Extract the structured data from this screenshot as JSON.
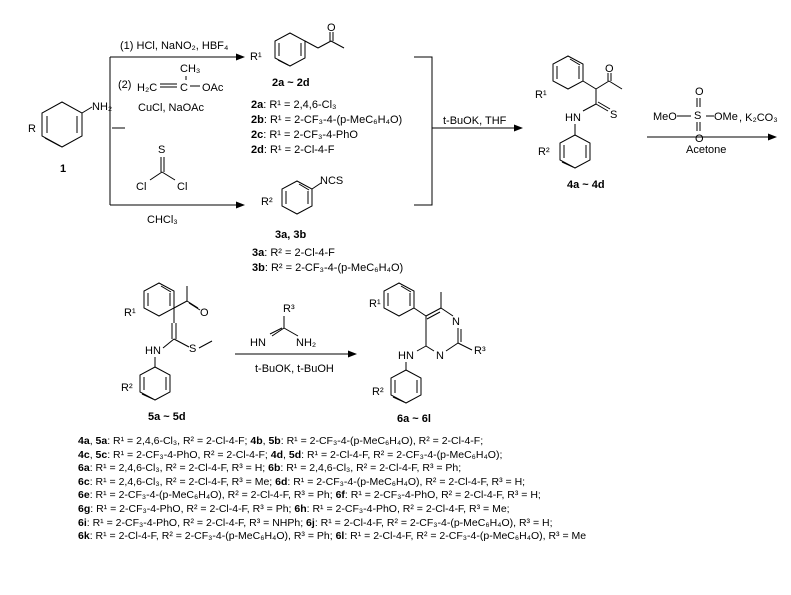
{
  "top_route": {
    "step1": "(1) HCl, NaNO₂, HBF₄",
    "step2_label": "(2)",
    "step2_reagent_ch3": "CH₃",
    "step2_reagent_h2c": "H₂C",
    "step2_reagent_c": "C",
    "step2_reagent_oac": "OAc",
    "step2_cond": "CuCl, NaOAc"
  },
  "compound1": {
    "r_label": "R",
    "nh2": "NH₂",
    "id": "1"
  },
  "compounds2": {
    "r_label": "R¹",
    "o_label": "O",
    "id": "2a ~ 2d",
    "subs": [
      {
        "id": "2a",
        "text": ": R¹ = 2,4,6-Cl₃"
      },
      {
        "id": "2b",
        "text": ": R¹ = 2-CF₃-4-(p-MeC₆H₄O)"
      },
      {
        "id": "2c",
        "text": ": R¹ = 2-CF₃-4-PhO"
      },
      {
        "id": "2d",
        "text": ": R¹ =  2-Cl-4-F"
      }
    ]
  },
  "bottom_route": {
    "reagent_s": "S",
    "reagent_cl1": "Cl",
    "reagent_cl2": "Cl",
    "cond": "CHCl₃"
  },
  "compounds3": {
    "r_label": "R²",
    "ncs": "NCS",
    "id": "3a, 3b",
    "subs": [
      {
        "id": "3a",
        "text": ": R² = 2-Cl-4-F"
      },
      {
        "id": "3b",
        "text": ": R² = 2-CF₃-4-(p-MeC₆H₄O)"
      }
    ]
  },
  "step3": {
    "cond": "t-BuOK, THF"
  },
  "compounds4": {
    "r1": "R¹",
    "r2": "R²",
    "o": "O",
    "hn": "HN",
    "s": "S",
    "id": "4a ~ 4d"
  },
  "step4": {
    "meo": "MeO",
    "ome": "OMe",
    "s": "S",
    "o1": "O",
    "o2": "O",
    "k2co3": ", K₂CO₃",
    "solvent": "Acetone"
  },
  "compounds5": {
    "r1": "R¹",
    "r2": "R²",
    "o": "O",
    "hn": "HN",
    "s": "S",
    "id": "5a ~ 5d"
  },
  "step5": {
    "r3": "R³",
    "hn": "HN",
    "nh2": "NH₂",
    "cond": "t-BuOK, t-BuOH"
  },
  "compounds6": {
    "r1": "R¹",
    "r2": "R²",
    "r3": "R³",
    "n1": "N",
    "n2": "N",
    "hn": "HN",
    "id": "6a ~ 6l"
  },
  "notes": [
    [
      {
        "b": "4a"
      },
      {
        "t": ", "
      },
      {
        "b": "5a"
      },
      {
        "t": ": R¹ = 2,4,6-Cl₃, R² = 2-Cl-4-F; "
      },
      {
        "b": "4b"
      },
      {
        "t": ", "
      },
      {
        "b": "5b"
      },
      {
        "t": ": R¹ = 2-CF₃-4-(p-MeC₆H₄O), R² = 2-Cl-4-F;"
      }
    ],
    [
      {
        "b": "4c"
      },
      {
        "t": ", "
      },
      {
        "b": "5c"
      },
      {
        "t": ": R¹ = 2-CF₃-4-PhO, R² = 2-Cl-4-F; "
      },
      {
        "b": "4d"
      },
      {
        "t": ", "
      },
      {
        "b": "5d"
      },
      {
        "t": ": R¹ = 2-Cl-4-F, R² = 2-CF₃-4-(p-MeC₆H₄O);"
      }
    ],
    [
      {
        "b": "6a"
      },
      {
        "t": ": R¹ = 2,4,6-Cl₃, R² = 2-Cl-4-F, R³ = H; "
      },
      {
        "b": "6b"
      },
      {
        "t": ": R¹ = 2,4,6-Cl₃, R² = 2-Cl-4-F, R³ = Ph;"
      }
    ],
    [
      {
        "b": "6c"
      },
      {
        "t": ": R¹ = 2,4,6-Cl₃, R² = 2-Cl-4-F, R³ = Me; "
      },
      {
        "b": "6d"
      },
      {
        "t": ": R¹ = 2-CF₃-4-(p-MeC₆H₄O), R² = 2-Cl-4-F, R³ = H;"
      }
    ],
    [
      {
        "b": "6e"
      },
      {
        "t": ": R¹ = 2-CF₃-4-(p-MeC₆H₄O), R² = 2-Cl-4-F, R³ = Ph; "
      },
      {
        "b": "6f"
      },
      {
        "t": ": R¹ = 2-CF₃-4-PhO, R² = 2-Cl-4-F, R³ = H;"
      }
    ],
    [
      {
        "b": "6g"
      },
      {
        "t": ": R¹ = 2-CF₃-4-PhO, R² = 2-Cl-4-F, R³ = Ph; "
      },
      {
        "b": "6h"
      },
      {
        "t": ": R¹ = 2-CF₃-4-PhO, R² = 2-Cl-4-F, R³ = Me;"
      }
    ],
    [
      {
        "b": "6i"
      },
      {
        "t": ": R¹ = 2-CF₃-4-PhO, R² = 2-Cl-4-F, R³ = NHPh; "
      },
      {
        "b": "6j"
      },
      {
        "t": ": R¹ = 2-Cl-4-F, R² = 2-CF₃-4-(p-MeC₆H₄O), R³ = H;"
      }
    ],
    [
      {
        "b": "6k"
      },
      {
        "t": ": R¹ = 2-Cl-4-F, R² = 2-CF₃-4-(p-MeC₆H₄O), R³ = Ph; "
      },
      {
        "b": "6l"
      },
      {
        "t": ": R¹ = 2-Cl-4-F, R² = 2-CF₃-4-(p-MeC₆H₄O), R³ = Me"
      }
    ]
  ]
}
